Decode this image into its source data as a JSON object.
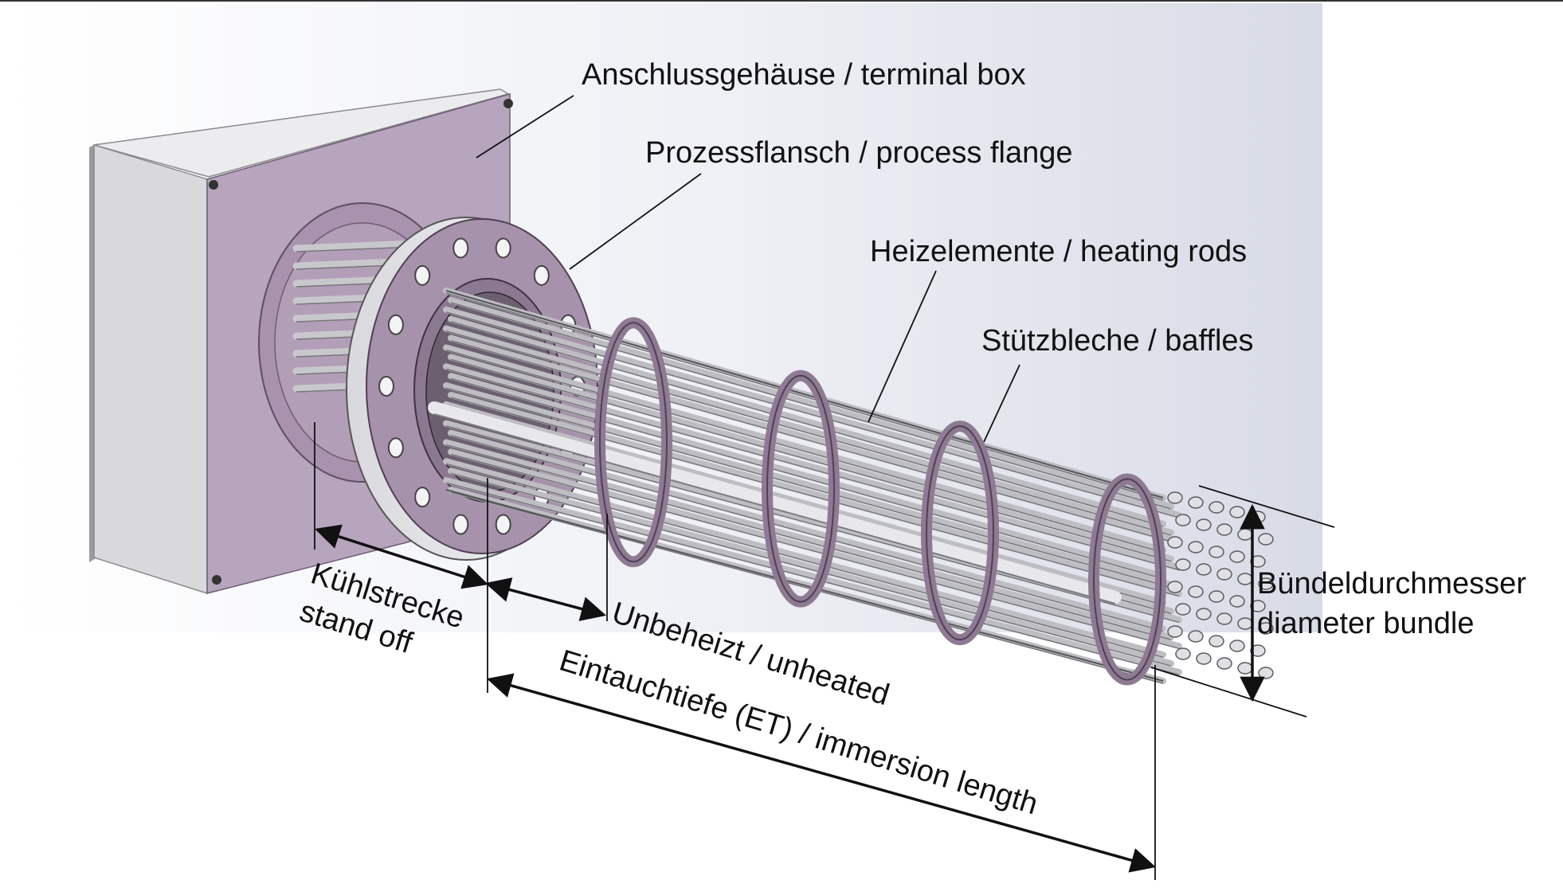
{
  "labels": {
    "terminal_box": "Anschlussgehäuse / terminal box",
    "process_flange": "Prozessflansch / process flange",
    "heating_rods": "Heizelemente / heating rods",
    "baffles": "Stützbleche / baffles",
    "bundle_diameter_line1": "Bündeldurchmesser",
    "bundle_diameter_line2": "diameter bundle",
    "standoff_line1": "Kühlstrecke",
    "standoff_line2": "stand off",
    "unheated": "Unbeheizt / unheated",
    "immersion_length": "Eintauchtiefe (ET) / immersion length"
  },
  "colors": {
    "terminal_box_face": "#b7a4bd",
    "box_side": "#dcdcdc",
    "rod": "#b9b9bd",
    "baffle": "#8e7a92",
    "background_gradient_edge": "#d8dbe6",
    "lines": "#111111"
  }
}
